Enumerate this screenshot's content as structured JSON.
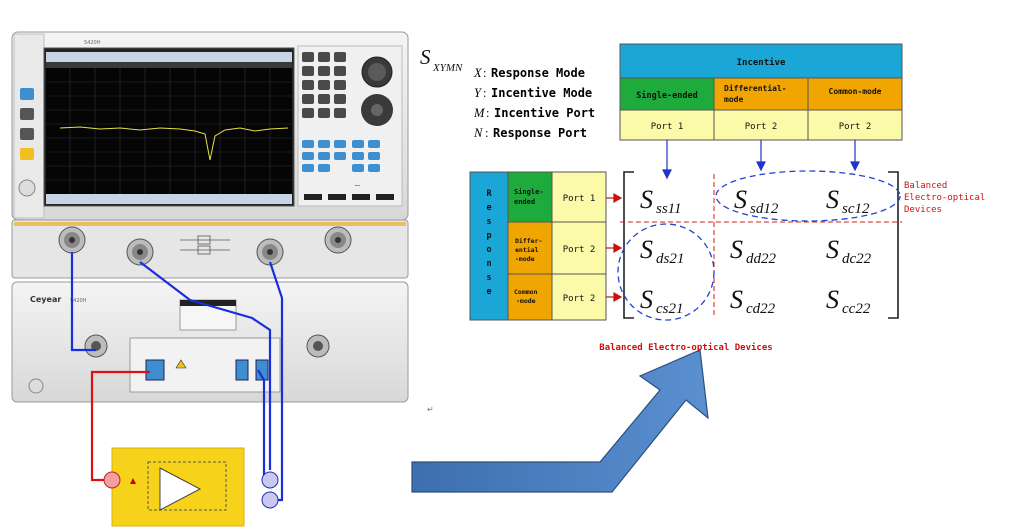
{
  "analyzer": {
    "model_top": "S420H",
    "model_bottom": "S420H",
    "brand": "Ceyear",
    "dc_label": "∼"
  },
  "formula": {
    "symbol": "S",
    "subscript": "XYMN",
    "legend": [
      {
        "var": "X",
        "text": "Response Mode"
      },
      {
        "var": "Y",
        "text": "Incentive Mode"
      },
      {
        "var": "M",
        "text": "Incentive Port"
      },
      {
        "var": "N",
        "text": "Response Port"
      }
    ]
  },
  "table": {
    "incentive_header": "Incentive",
    "col_modes": [
      "Single-ended",
      "Differential-mode",
      "Common-mode"
    ],
    "col_ports": [
      "Port 1",
      "Port 2",
      "Port 2"
    ],
    "response_letters": [
      "R",
      "e",
      "s",
      "p",
      "o",
      "n",
      "s",
      "e"
    ],
    "row_modes": [
      "Single-ended",
      "Differ-ential-mode",
      "Common-mode"
    ],
    "row_ports": [
      "Port 1",
      "Port 2",
      "Port 2"
    ]
  },
  "matrix": [
    [
      {
        "s": "S",
        "sub": "ss11"
      },
      {
        "s": "S",
        "sub": "sd12"
      },
      {
        "s": "S",
        "sub": "sc12"
      }
    ],
    [
      {
        "s": "S",
        "sub": "ds21"
      },
      {
        "s": "S",
        "sub": "dd22"
      },
      {
        "s": "S",
        "sub": "dc22"
      }
    ],
    [
      {
        "s": "S",
        "sub": "cs21"
      },
      {
        "s": "S",
        "sub": "cd22"
      },
      {
        "s": "S",
        "sub": "cc22"
      }
    ]
  ],
  "annotations": {
    "balanced_right": [
      "Balanced",
      "Electro-optical",
      "Devices"
    ],
    "balanced_bottom": "Balanced Electro-optical Devices"
  },
  "colors": {
    "incentive_blue": "#1aa7d8",
    "single_green": "#1faa3c",
    "diff_orange": "#f0a500",
    "port_cream": "#fafaa8",
    "response_blue": "#1aa7d8",
    "red_text": "#cc1111",
    "cable_blue": "#1a2ee0",
    "cable_red": "#e01010",
    "arrow_blue": "#4a7fc0",
    "chip_yellow": "#f7d21a"
  }
}
